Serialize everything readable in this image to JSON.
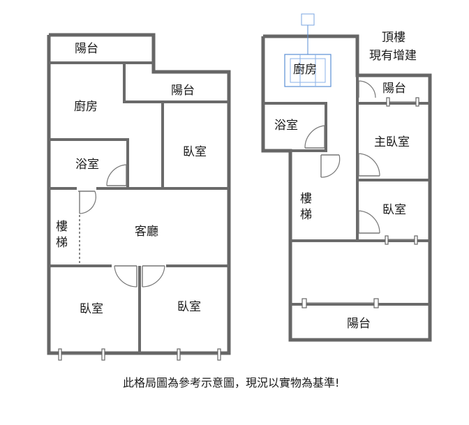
{
  "left_plan": {
    "rooms": {
      "balcony_top": "陽台",
      "balcony_mid": "陽台",
      "kitchen": "廚房",
      "bedroom_right": "臥室",
      "bathroom": "浴室",
      "stairs": "樓梯",
      "living_room": "客廳",
      "bedroom_bottom_left": "臥室",
      "bedroom_bottom_right": "臥室"
    }
  },
  "right_plan": {
    "annotation_line1": "頂樓",
    "annotation_line2": "現有增建",
    "rooms": {
      "kitchen": "廚房",
      "balcony_top": "陽台",
      "bathroom": "浴室",
      "master_bedroom": "主臥室",
      "stairs": "樓梯",
      "bedroom": "臥室",
      "balcony_bottom": "陽台"
    }
  },
  "disclaimer": "此格局圖為參考示意圖，現況以實物為基準!"
}
